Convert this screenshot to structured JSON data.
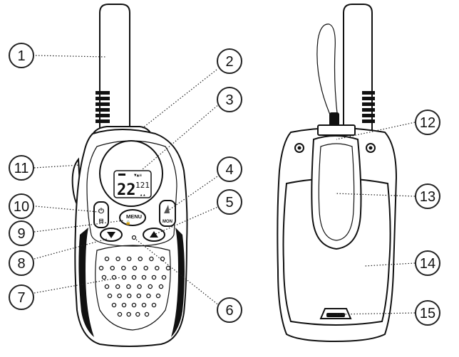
{
  "callouts": [
    {
      "label": "1"
    },
    {
      "label": "2"
    },
    {
      "label": "3"
    },
    {
      "label": "4"
    },
    {
      "label": "5"
    },
    {
      "label": "6"
    },
    {
      "label": "7"
    },
    {
      "label": "8"
    },
    {
      "label": "9"
    },
    {
      "label": "10"
    },
    {
      "label": "11"
    },
    {
      "label": "12"
    },
    {
      "label": "13"
    },
    {
      "label": "14"
    },
    {
      "label": "15"
    }
  ],
  "device": {
    "lcd_channel": "22",
    "lcd_code": "121",
    "menu_label": "MENU",
    "mon_label": "MON"
  },
  "icons": [
    "power-icon",
    "lock-icon",
    "down-arrow-icon",
    "up-arrow-icon",
    "antenna-icon"
  ]
}
